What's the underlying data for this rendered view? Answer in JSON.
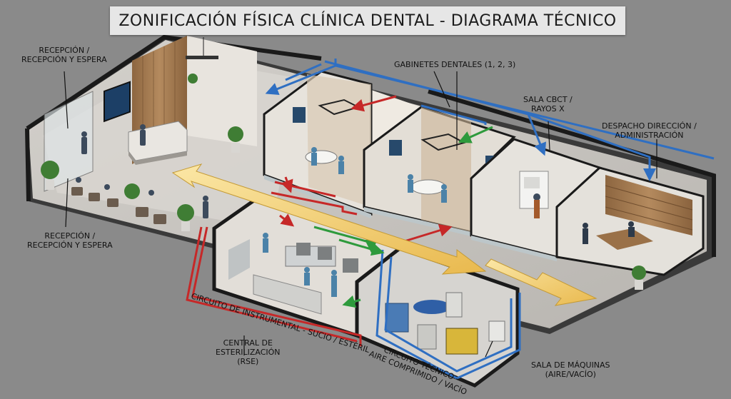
{
  "title": "ZONIFICACIÓN FÍSICA CLÍNICA DENTAL - DIAGRAMA TÉCNICO",
  "labels": {
    "recepcion_top": [
      "RECEPCIÓN /",
      "RECEPCIÓN Y ESPERA"
    ],
    "recepcion_bottom": [
      "RECEPCIÓN /",
      "RECEPCIÓN Y ESPERA"
    ],
    "gabinetes": [
      "GABINETES DENTALES (1, 2, 3)"
    ],
    "cbct": [
      "SALA CBCT /",
      "RAYOS X"
    ],
    "despacho": [
      "DESPACHO DIRECCIÓN /",
      "ADMINISTRACIÓN"
    ],
    "central": [
      "CENTRAL DE",
      "ESTERILIZACIÓN",
      "(RSE)"
    ],
    "maquinas": [
      "SALA DE MÁQUINAS",
      "(AIRE/VACÍO)"
    ],
    "circuito_instrumental": "CIRCUITO DE INSTRUMENTAL - SUCIO / ESTÉRIL",
    "circuito_tecnico": [
      "CIRCUITO TÉCNICO -",
      "AIRE COMPRIMIDO / VACÍO"
    ]
  },
  "colors": {
    "background": "#8a8a8a",
    "floor": "#c9c6c1",
    "wall": "#1c1c1c",
    "wood": "#a47a52",
    "glass": "#dfe6e8",
    "dirty_clean_circuit": "#c62828",
    "sterile_circuit": "#2e9a3c",
    "technical_circuit": "#2f6fc2",
    "patient_flow": "#f3d27a"
  }
}
